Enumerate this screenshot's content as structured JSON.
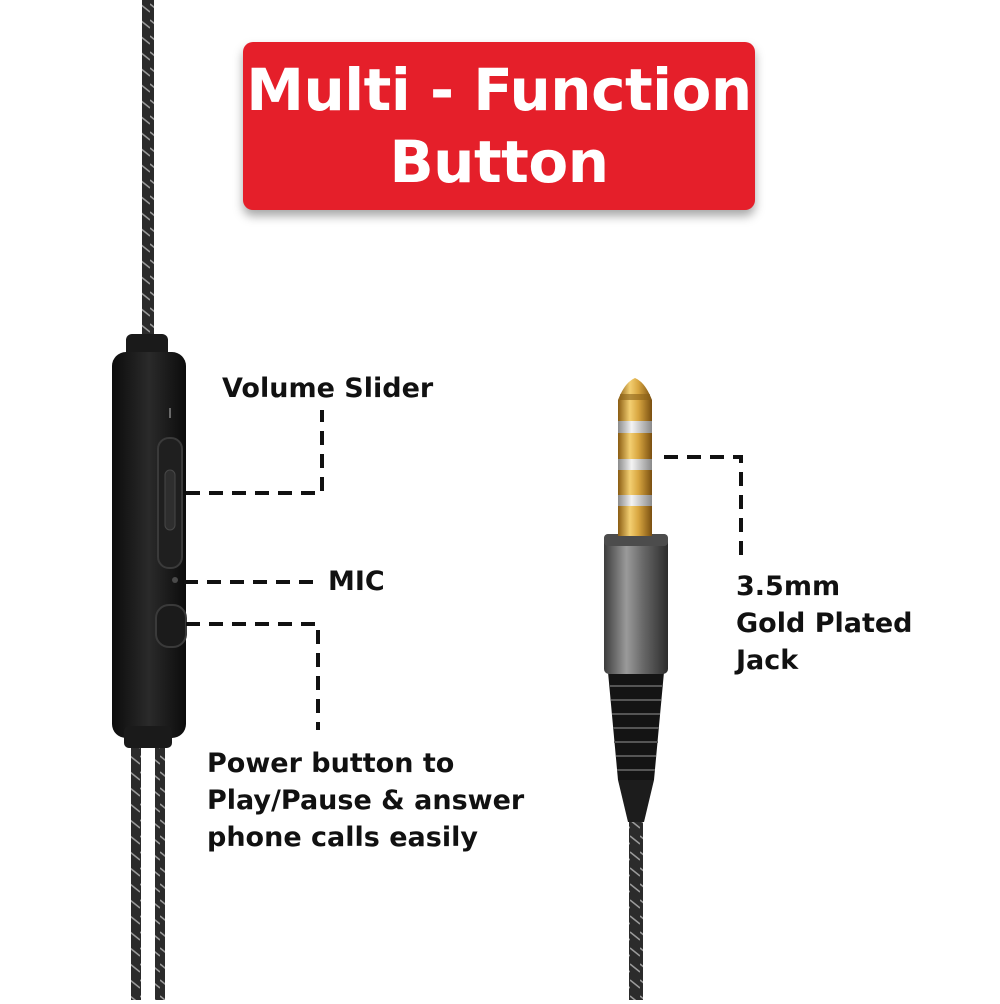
{
  "banner": {
    "line1": "Multi - Function",
    "line2": "Button"
  },
  "labels": {
    "volume": "Volume Slider",
    "mic": "MIC",
    "power": [
      "Power button to",
      "Play/Pause & answer",
      "phone calls easily"
    ],
    "jack": [
      "3.5mm",
      "Gold Plated",
      "Jack"
    ]
  },
  "colors": {
    "banner": "#e51f2a",
    "banner_text": "#ffffff",
    "label_text": "#111111",
    "remote_body": "#141414",
    "jack_gold": "#d4a23a",
    "jack_sleeve": "#6e6e6e"
  }
}
